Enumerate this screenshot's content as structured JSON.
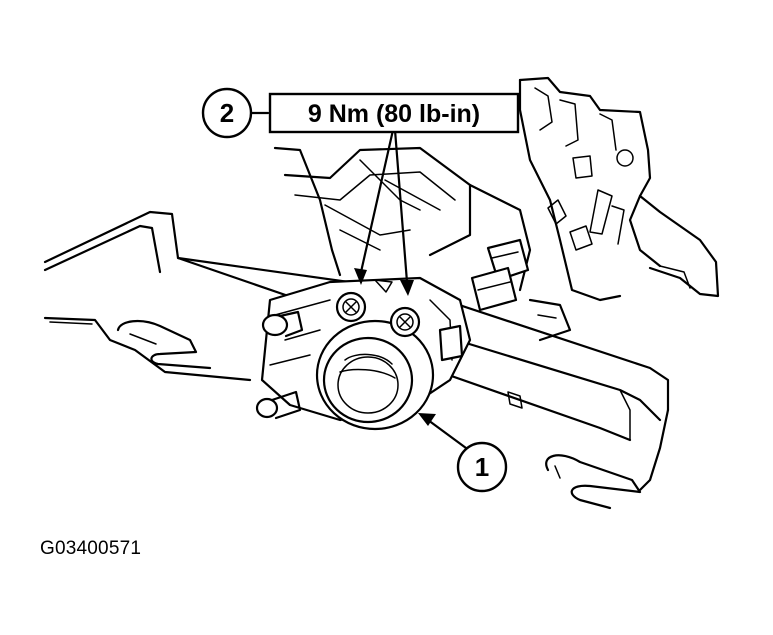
{
  "callouts": [
    {
      "number": "1"
    },
    {
      "number": "2",
      "spec": "9 Nm (80 lb-in)"
    }
  ],
  "figure_id": "G03400571"
}
